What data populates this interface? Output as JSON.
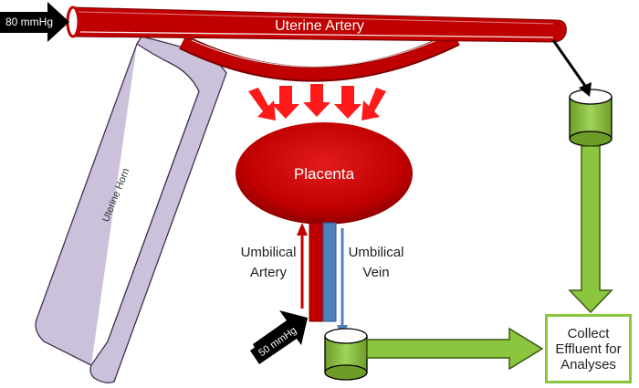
{
  "labels": {
    "pressure_in": "80 mmHg",
    "pressure_umbilical": "50 mmHg",
    "uterine_artery": "Uterine Artery",
    "placenta": "Placenta",
    "uterine_horn": "Uterine Horn",
    "umbilical_artery": "Umbilical\nArtery",
    "umbilical_vein": "Umbilical\nVein",
    "collect": "Collect\nEffluent for\nAnalyses"
  },
  "colors": {
    "artery_red": "#c00000",
    "arrow_red": "#ff1a1a",
    "vein_blue": "#4f81bd",
    "horn_lavender": "#ccc1da",
    "flow_green": "#8cc63f",
    "black": "#000000"
  }
}
